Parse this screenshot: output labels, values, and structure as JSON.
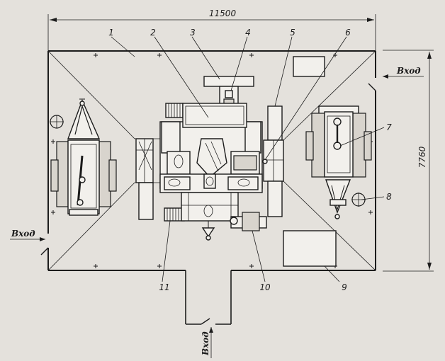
{
  "dimensions": {
    "width": "11500",
    "height": "7760"
  },
  "entrances": {
    "right": "Вход",
    "left": "Вход",
    "bottom": "Вход"
  },
  "callouts": [
    "1",
    "2",
    "3",
    "4",
    "5",
    "6",
    "7",
    "8",
    "9",
    "10",
    "11"
  ]
}
